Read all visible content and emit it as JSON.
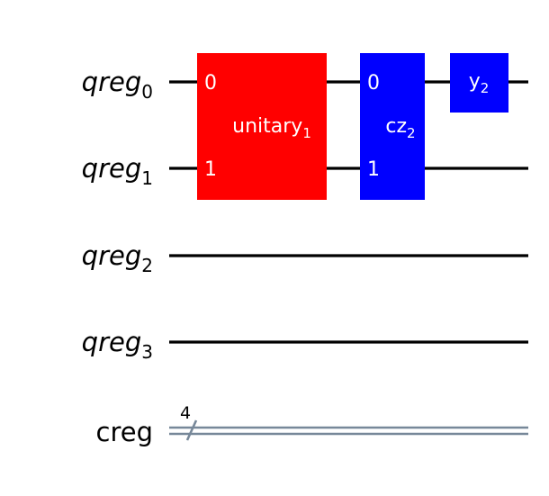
{
  "colors": {
    "wire": "#000000",
    "classical_wire": "#778899",
    "unitary_gate": "#ff0000",
    "cz_gate": "#0000ff",
    "y_gate": "#0000ff",
    "gate_text": "#ffffff"
  },
  "qubits": [
    {
      "name": "qreg",
      "index": "0"
    },
    {
      "name": "qreg",
      "index": "1"
    },
    {
      "name": "qreg",
      "index": "2"
    },
    {
      "name": "qreg",
      "index": "3"
    }
  ],
  "creg": {
    "name": "creg",
    "size": "4"
  },
  "gates": {
    "unitary": {
      "name": "unitary",
      "sub": "1",
      "port0": "0",
      "port1": "1"
    },
    "cz": {
      "name": "cz",
      "sub": "2",
      "port0": "0",
      "port1": "1"
    },
    "y": {
      "name": "y",
      "sub": "2"
    }
  }
}
